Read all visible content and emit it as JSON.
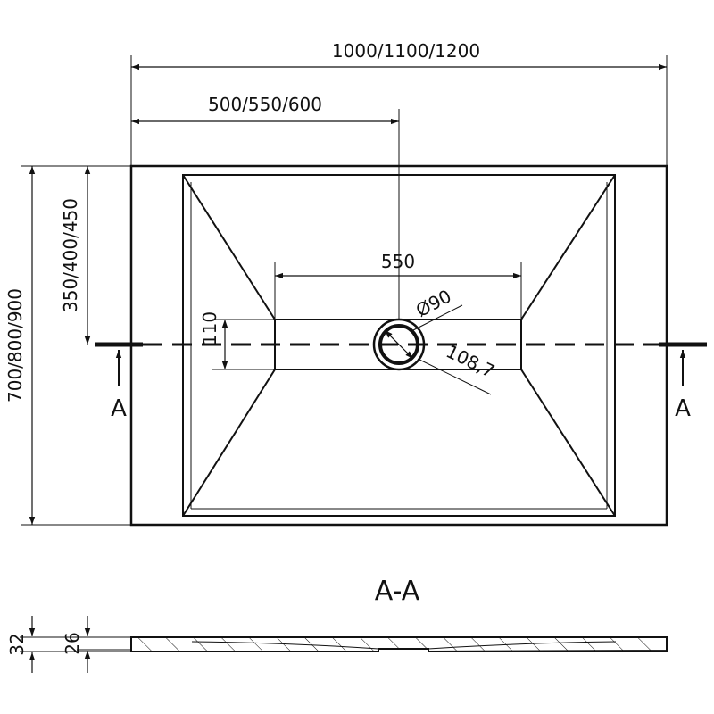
{
  "dimensions": {
    "total_width": "1000/1100/1200",
    "drain_offset_x": "500/550/600",
    "channel_length": "550",
    "drain_offset_y": "350/400/450",
    "total_depth": "700/800/900",
    "channel_height": "110",
    "drain_diameter": "Ø90",
    "outer_ring_diameter": "108,7"
  },
  "section": {
    "marker_left": "A",
    "marker_right": "A",
    "title": "A-A",
    "height_total": "32",
    "height_inner": "26"
  }
}
